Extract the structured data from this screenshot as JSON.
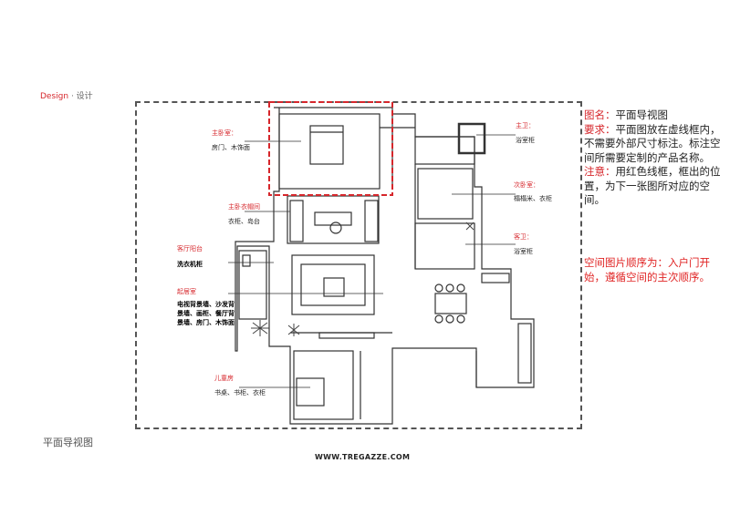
{
  "header": {
    "brand": "Design",
    "brand_sub": " · 设计"
  },
  "caption": "平面导视图",
  "footer": {
    "url": "WWW.TREGAZZE.COM"
  },
  "notes": {
    "title_label": "图名：",
    "title_value": "平面导视图",
    "require_label": "要求：",
    "require_text": "平面图放在虚线框内，不需要外部尺寸标注。标注空间所需要定制的产品名称。",
    "attention_label": "注意：",
    "attention_text": "用红色线框，框出的位置，为下一张图所对应的空间。",
    "order_text": "空间图片顺序为：入户门开始，遵循空间的主次顺序。"
  },
  "rooms": {
    "master_bedroom": {
      "name": "主卧室：",
      "items": "房门、木饰面"
    },
    "master_closet": {
      "name": "主卧衣帽间",
      "items": "衣柜、岛台"
    },
    "balcony": {
      "name": "客厅阳台",
      "items": "洗衣机柜"
    },
    "living": {
      "name": "起居室",
      "items_line1": "电视背景墙、沙发背",
      "items_line2": "景墙、画柜、餐厅背",
      "items_line3": "景墙、房门、木饰面"
    },
    "kids": {
      "name": "儿童房",
      "items": "书桌、书柜、衣柜"
    },
    "master_bath": {
      "name": "主卫：",
      "items": "浴室柜"
    },
    "second_bedroom": {
      "name": "次卧室：",
      "items": "榻榻米、衣柜"
    },
    "guest_bath": {
      "name": "客卫：",
      "items": "浴室柜"
    }
  },
  "colors": {
    "accent_red": "#d6262b",
    "frame_gray": "#555555",
    "wall": "#333333"
  }
}
